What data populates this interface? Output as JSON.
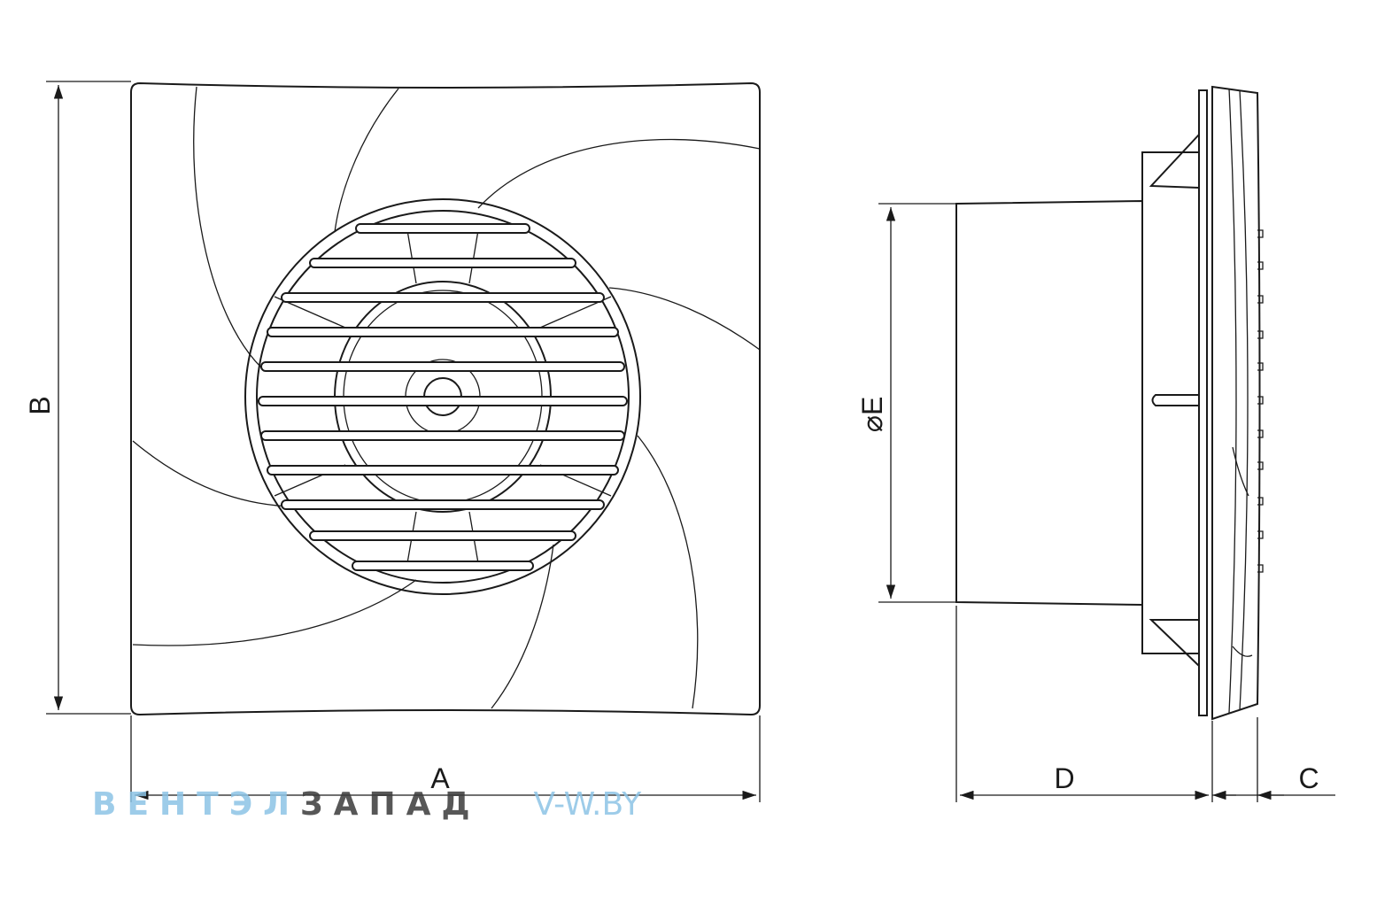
{
  "dimensions": {
    "a": "A",
    "b": "B",
    "c": "C",
    "d": "D",
    "e": "⌀E"
  },
  "watermark": {
    "part1": "ВЕНТЭЛ",
    "part2": "ЗАПАД",
    "site": "V-W.BY"
  },
  "colors": {
    "line": "#1a1a1a",
    "watermark_blue": "#8cc4e6",
    "watermark_dark": "#3a3a3a"
  }
}
